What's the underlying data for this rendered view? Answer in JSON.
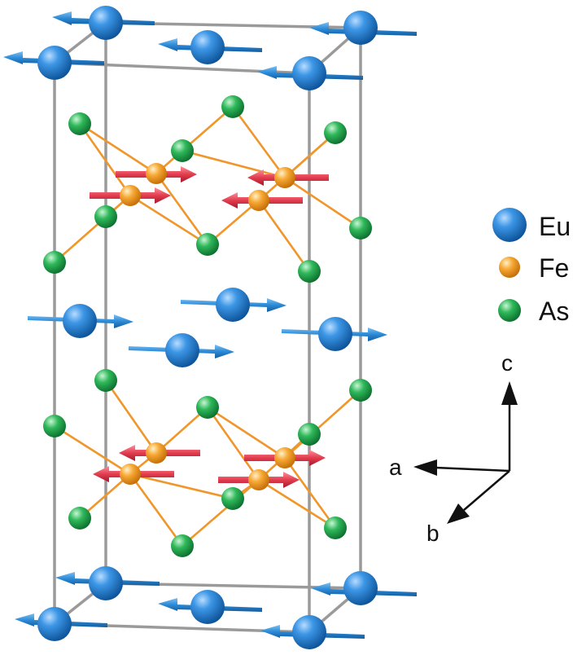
{
  "legend": {
    "items": [
      {
        "key": "eu",
        "label": "Eu",
        "color": "#1f7fd0"
      },
      {
        "key": "fe",
        "label": "Fe",
        "color": "#f39a21"
      },
      {
        "key": "as",
        "label": "As",
        "color": "#1fa64a"
      }
    ]
  },
  "axes": {
    "a": "a",
    "b": "b",
    "c": "c"
  },
  "colors": {
    "cell_edge": "#9a9a9a",
    "bond": "#f0962a",
    "eu_spin": "#2b8ad6",
    "fe_spin": "#e23d4f"
  }
}
